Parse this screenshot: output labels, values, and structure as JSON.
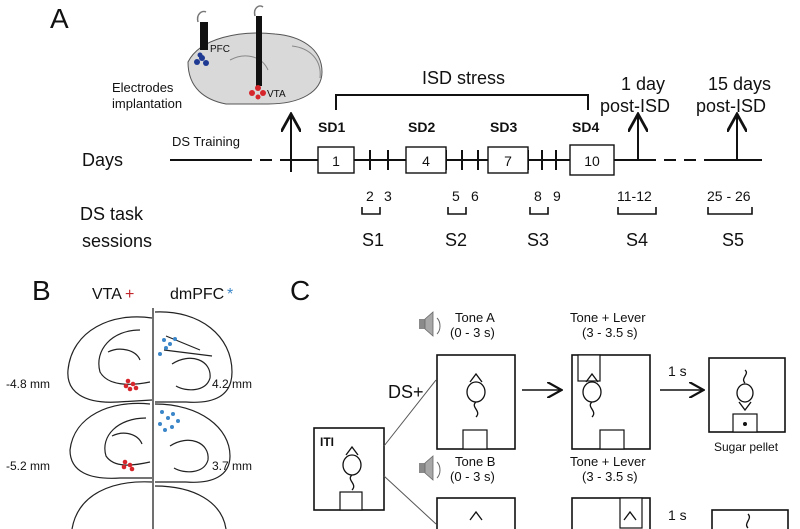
{
  "panelA": {
    "letter": "A",
    "electrodes": "Electrodes",
    "implantation": "implantation",
    "pfc": "PFC",
    "vta": "VTA",
    "isd_stress": "ISD stress",
    "ds_training": "DS Training",
    "days": "Days",
    "sd": [
      "SD1",
      "SD2",
      "SD3",
      "SD4"
    ],
    "box_days": [
      "1",
      "4",
      "7",
      "10"
    ],
    "post1_a": "1 day",
    "post1_b": "post-ISD",
    "post15_a": "15 days",
    "post15_b": "post-ISD",
    "ds_task": "DS task",
    "sessions": "sessions",
    "session_days": [
      "2",
      "3",
      "5",
      "6",
      "8",
      "9",
      "11-12",
      "25 - 26"
    ],
    "session_labels": [
      "S1",
      "S2",
      "S3",
      "S4",
      "S5"
    ]
  },
  "panelB": {
    "letter": "B",
    "vta_label": "VTA",
    "vta_mark": "+",
    "dmpfc_label": "dmPFC",
    "dmpfc_mark": "*",
    "coords_left": [
      "-4.8 mm",
      "-5.2 mm"
    ],
    "coords_right": [
      "4.2 mm",
      "3.7 mm"
    ]
  },
  "panelC": {
    "letter": "C",
    "iti": "ITI",
    "ds_plus": "DS+",
    "tone_a": "Tone A",
    "tone_a_time": "(0 - 3 s)",
    "tone_b": "Tone B",
    "tone_b_time": "(0 - 3 s)",
    "tone_lever_1": "Tone + Lever",
    "tone_lever_1_time": "(3 - 3.5 s)",
    "tone_lever_2": "Tone + Lever",
    "tone_lever_2_time": "(3 - 3.5 s)",
    "delay_1": "1 s",
    "delay_2": "1 s",
    "sugar_pellet": "Sugar pellet"
  }
}
